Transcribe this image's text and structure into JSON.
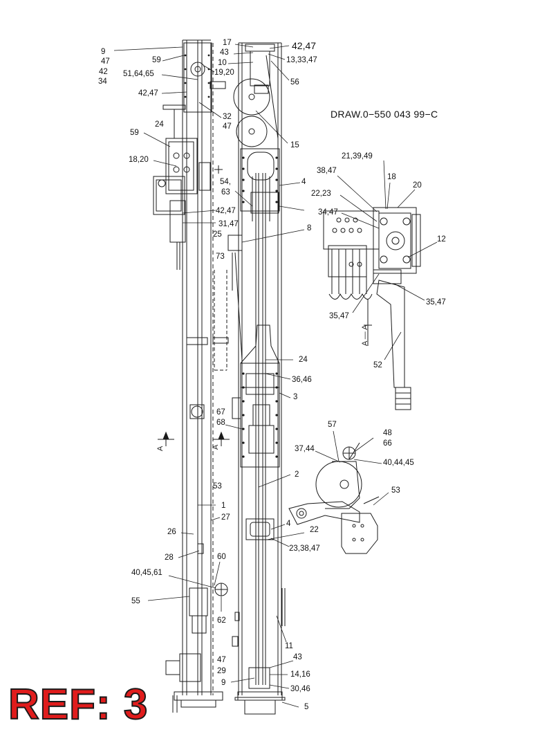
{
  "drawing_number": "DRAW.0−550 043 99−C",
  "reference": "REF: 3",
  "section_marker": "A",
  "section_title": "A — A",
  "colors": {
    "ink": "#1a1a1a",
    "ref_badge": "#e01c1c",
    "background": "#ffffff"
  },
  "labels": {
    "l_9_top": "9",
    "l_47_a": "47",
    "l_42_a": "42",
    "l_34_a": "34",
    "l_59_a": "59",
    "l_516465": "51,64,65",
    "l_4247_a": "42,47",
    "l_24_a": "24",
    "l_59_b": "59",
    "l_1820_a": "18,20",
    "l_17": "17",
    "l_43_a": "43",
    "l_10": "10",
    "l_1920": "19,20",
    "l_4247_big": "42,47",
    "l_133347": "13,33,47",
    "l_56": "56",
    "l_32": "32",
    "l_47_b": "47",
    "l_15": "15",
    "l_4_a": "4",
    "l_5463_a": "54,",
    "l_5463_b": "63",
    "l_4247_b": "42,47",
    "l_3147": "31,47",
    "l_8": "8",
    "l_25": "25",
    "l_73": "73",
    "l_24_b": "24",
    "l_3646": "36,46",
    "l_3_a": "3",
    "l_67": "67",
    "l_68": "68",
    "l_53_a": "53",
    "l_2": "2",
    "l_1": "1",
    "l_27": "27",
    "l_26": "26",
    "l_4_b": "4",
    "l_22": "22",
    "l_233847": "23,38,47",
    "l_28": "28",
    "l_60": "60",
    "l_404561": "40,45,61",
    "l_55": "55",
    "l_62": "62",
    "l_11": "11",
    "l_47_c": "47",
    "l_43_b": "43",
    "l_29": "29",
    "l_1416": "14,16",
    "l_9_bot": "9",
    "l_3046": "30,46",
    "l_5": "5",
    "l_213949": "21,39,49",
    "l_18": "18",
    "l_3847": "38,47",
    "l_20": "20",
    "l_2223": "22,23",
    "l_3447": "34,47",
    "l_12": "12",
    "l_3547_a": "35,47",
    "l_3547_b": "35,47",
    "l_52": "52",
    "l_57": "57",
    "l_48": "48",
    "l_66": "66",
    "l_3744": "37,44",
    "l_404445": "40,44,45",
    "l_53_b": "53"
  }
}
